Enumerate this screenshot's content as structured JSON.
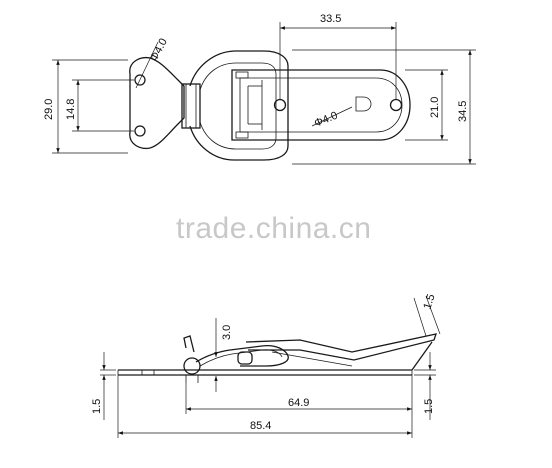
{
  "top_view": {
    "dim_width": "33.5",
    "dim_hole_dia": "Φ4.0",
    "dim_plate_height": "29.0",
    "dim_hole_spacing": "14.8",
    "dim_hole_dia_2": "Φ4.0",
    "dim_inner_height": "21.0",
    "dim_overall_height": "34.5"
  },
  "side_view": {
    "dim_thickness_top": "1.5",
    "dim_thickness_wire": "3.0",
    "dim_thickness_left": "1.5",
    "dim_length": "64.9",
    "dim_thickness_right": "1.5",
    "dim_overall_length": "85.4"
  },
  "watermark": "trade.china.cn"
}
